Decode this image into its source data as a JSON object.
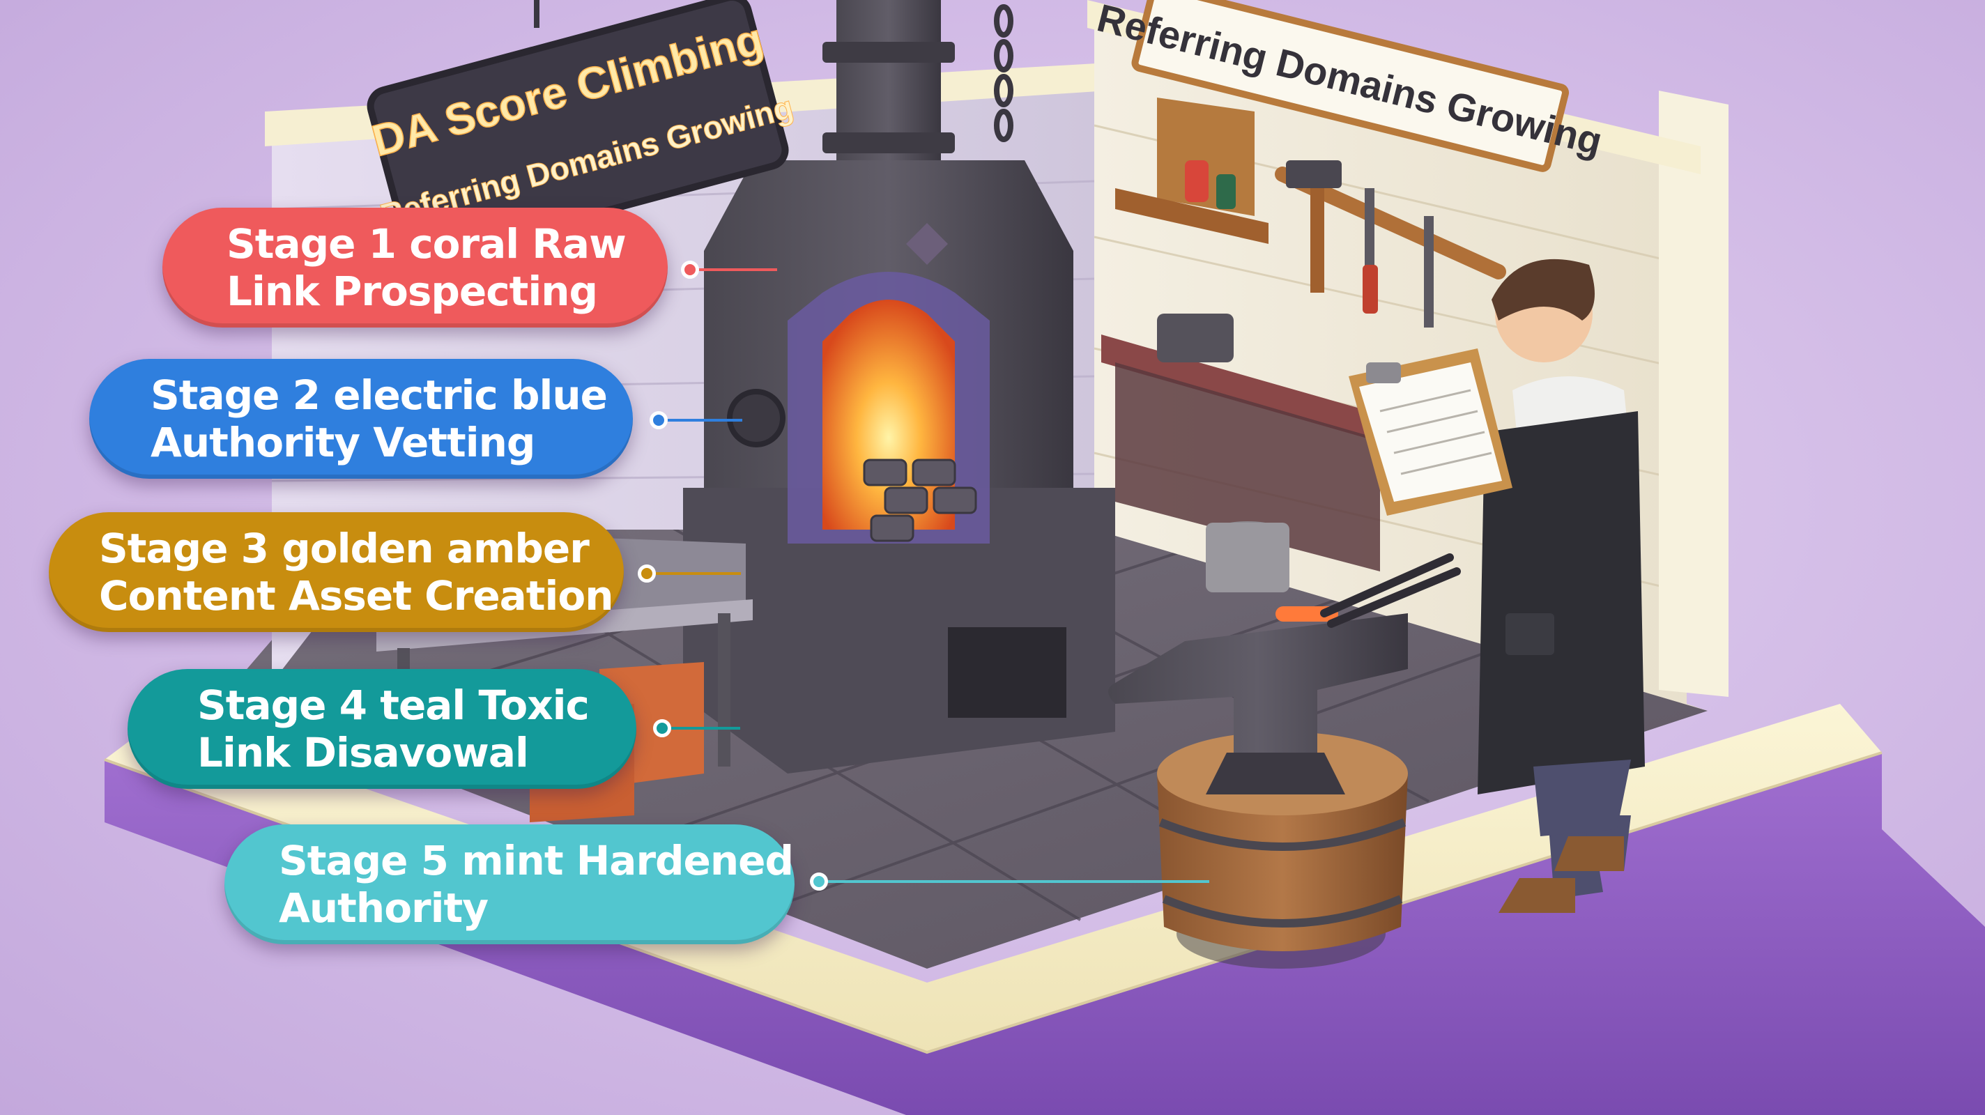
{
  "signs": {
    "hanging_title": "DA Score Climbing",
    "hanging_subtitle": "Referring Domains Growing",
    "wall_sign": "Referring Domains Growing"
  },
  "stages": [
    {
      "line1": "Stage 1 coral Raw",
      "line2": "Link Prospecting",
      "color": "#ef5a5c"
    },
    {
      "line1": "Stage 2 electric blue",
      "line2": "Authority Vetting",
      "color": "#2f7fde"
    },
    {
      "line1": "Stage 3 golden amber",
      "line2": "Content Asset Creation",
      "color": "#c88d0f"
    },
    {
      "line1": "Stage 4 teal Toxic",
      "line2": "Link Disavowal",
      "color": "#139a9a"
    },
    {
      "line1": "Stage 5 mint Hardened",
      "line2": "Authority",
      "color": "#52c6cf"
    }
  ]
}
